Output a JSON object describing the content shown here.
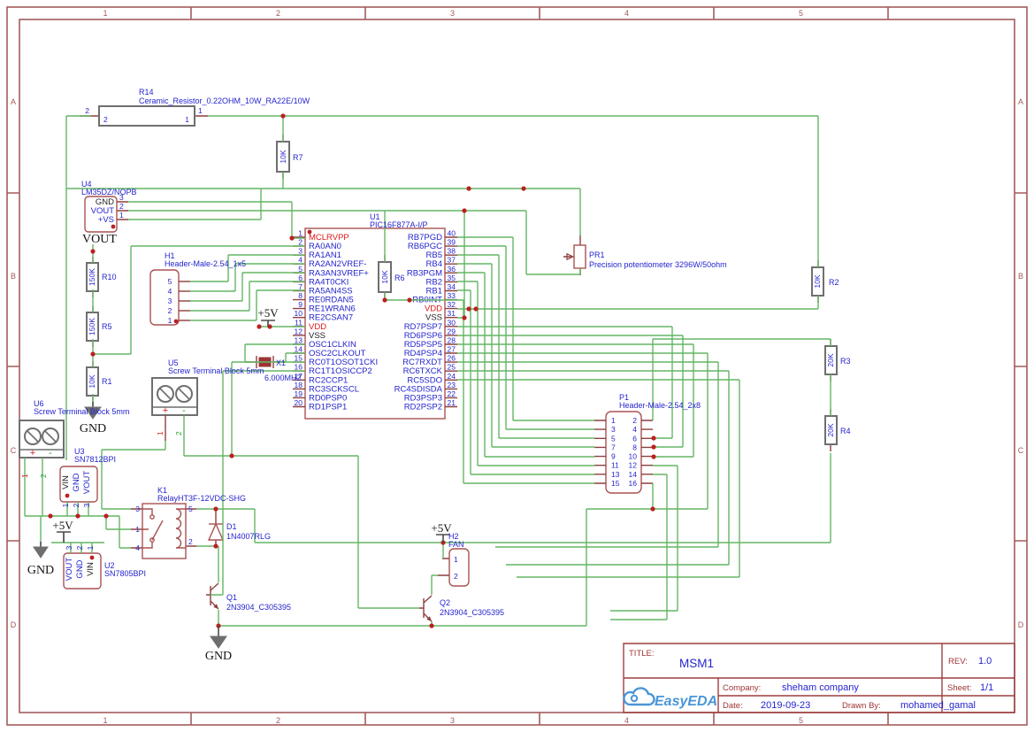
{
  "frame": {
    "columns": [
      "1",
      "2",
      "3",
      "4",
      "5"
    ],
    "rows": [
      "A",
      "B",
      "C",
      "D"
    ]
  },
  "title_block": {
    "title_label": "TITLE:",
    "title": "MSM1",
    "rev_label": "REV:",
    "rev": "1.0",
    "company_label": "Company:",
    "company": "sheham company",
    "sheet_label": "Sheet:",
    "sheet": "1/1",
    "date_label": "Date:",
    "date": "2019-09-23",
    "drawn_by_label": "Drawn By:",
    "drawn_by": "mohamed_gamal",
    "logo": "EasyEDA"
  },
  "nets": {
    "vout": "VOUT",
    "gnd": "GND",
    "p5v": "+5V"
  },
  "u1": {
    "ref": "U1",
    "value": "PIC16F877A-I/P",
    "left_pins": [
      {
        "n": "1",
        "name": "MCLRVPP",
        "c": "red"
      },
      {
        "n": "2",
        "name": "RA0AN0"
      },
      {
        "n": "3",
        "name": "RA1AN1"
      },
      {
        "n": "4",
        "name": "RA2AN2VREF-"
      },
      {
        "n": "5",
        "name": "RA3AN3VREF+"
      },
      {
        "n": "6",
        "name": "RA4T0CKI"
      },
      {
        "n": "7",
        "name": "RA5AN4SS"
      },
      {
        "n": "8",
        "name": "RE0RDAN5"
      },
      {
        "n": "9",
        "name": "RE1WRAN6"
      },
      {
        "n": "10",
        "name": "RE2CSAN7"
      },
      {
        "n": "11",
        "name": "VDD",
        "c": "red"
      },
      {
        "n": "12",
        "name": "VSS",
        "c": "blk"
      },
      {
        "n": "13",
        "name": "OSC1CLKIN"
      },
      {
        "n": "14",
        "name": "OSC2CLKOUT"
      },
      {
        "n": "15",
        "name": "RC0T1OSOT1CKI"
      },
      {
        "n": "16",
        "name": "RC1T1OSICCP2"
      },
      {
        "n": "17",
        "name": "RC2CCP1"
      },
      {
        "n": "18",
        "name": "RC3SCKSCL"
      },
      {
        "n": "19",
        "name": "RD0PSP0"
      },
      {
        "n": "20",
        "name": "RD1PSP1"
      }
    ],
    "right_pins": [
      {
        "n": "40",
        "name": "RB7PGD"
      },
      {
        "n": "39",
        "name": "RB6PGC"
      },
      {
        "n": "38",
        "name": "RB5"
      },
      {
        "n": "37",
        "name": "RB4"
      },
      {
        "n": "36",
        "name": "RB3PGM"
      },
      {
        "n": "35",
        "name": "RB2"
      },
      {
        "n": "34",
        "name": "RB1"
      },
      {
        "n": "33",
        "name": "RB0INT"
      },
      {
        "n": "32",
        "name": "VDD",
        "c": "red"
      },
      {
        "n": "31",
        "name": "VSS",
        "c": "blk"
      },
      {
        "n": "30",
        "name": "RD7PSP7"
      },
      {
        "n": "29",
        "name": "RD6PSP6"
      },
      {
        "n": "28",
        "name": "RD5PSP5"
      },
      {
        "n": "27",
        "name": "RD4PSP4"
      },
      {
        "n": "26",
        "name": "RC7RXDT"
      },
      {
        "n": "25",
        "name": "RC6TXCK"
      },
      {
        "n": "24",
        "name": "RC5SDO"
      },
      {
        "n": "23",
        "name": "RC4SDISDA"
      },
      {
        "n": "22",
        "name": "RD3PSP3"
      },
      {
        "n": "21",
        "name": "RD2PSP2"
      }
    ]
  },
  "r14": {
    "ref": "R14",
    "value": "Ceramic_Resistor_0.22OHM_10W_RA22E/10W",
    "pin_a": "2",
    "pin_b": "1"
  },
  "r7": {
    "ref": "R7",
    "value": "10K"
  },
  "r6": {
    "ref": "R6",
    "value": "10K"
  },
  "r10": {
    "ref": "R10",
    "value": "150K"
  },
  "r5": {
    "ref": "R5",
    "value": "150K"
  },
  "r1": {
    "ref": "R1",
    "value": "10K"
  },
  "r2": {
    "ref": "R2",
    "value": "10K"
  },
  "r3": {
    "ref": "R3",
    "value": "20K"
  },
  "r4": {
    "ref": "R4",
    "value": "20K"
  },
  "u4": {
    "ref": "U4",
    "value": "LM35DZ/NOPB",
    "pins": [
      {
        "n": "3",
        "name": "GND",
        "c": "blk"
      },
      {
        "n": "2",
        "name": "VOUT"
      },
      {
        "n": "1",
        "name": "+VS"
      }
    ]
  },
  "h1": {
    "ref": "H1",
    "value": "Header-Male-2.54_1x5",
    "pins": [
      "5",
      "4",
      "3",
      "2",
      "1"
    ]
  },
  "u5": {
    "ref": "U5",
    "value": "Screw Terminal Block 5mm",
    "plus": "+",
    "minus": "-",
    "pins": [
      "1",
      "2"
    ]
  },
  "u6": {
    "ref": "U6",
    "value": "Screw Terminal Block 5mm",
    "plus": "+",
    "minus": "-",
    "pins": [
      "1",
      "2"
    ]
  },
  "u3": {
    "ref": "U3",
    "value": "SN7812BPI",
    "pins": [
      {
        "n": "1",
        "name": "VIN",
        "c": "blk"
      },
      {
        "n": "2",
        "name": "GND"
      },
      {
        "n": "3",
        "name": "VOUT"
      }
    ]
  },
  "u2": {
    "ref": "U2",
    "value": "SN7805BPI",
    "pins": [
      {
        "n": "3",
        "name": "VOUT"
      },
      {
        "n": "2",
        "name": "GND"
      },
      {
        "n": "1",
        "name": "VIN",
        "c": "blk"
      }
    ]
  },
  "k1": {
    "ref": "K1",
    "value": "RelayHT3F-12VDC-SHG",
    "left_pins": [
      "3",
      "1",
      "4"
    ],
    "right_pins": [
      "5",
      "2"
    ]
  },
  "d1": {
    "ref": "D1",
    "value": "1N4007RLG"
  },
  "q1": {
    "ref": "Q1",
    "value": "2N3904_C305395"
  },
  "q2": {
    "ref": "Q2",
    "value": "2N3904_C305395"
  },
  "x1": {
    "ref": "X1",
    "value": "6.000MHZ"
  },
  "pr1": {
    "ref": "PR1",
    "value": "Precision potentiometer 3296W/50ohm"
  },
  "p1": {
    "ref": "P1",
    "value": "Header-Male-2.54_2x8",
    "left": [
      "1",
      "3",
      "5",
      "7",
      "9",
      "11",
      "13",
      "15"
    ],
    "right": [
      "2",
      "4",
      "6",
      "8",
      "10",
      "12",
      "14",
      "16"
    ]
  },
  "h2": {
    "ref": "H2",
    "value": "FAN",
    "pins": [
      "1",
      "2"
    ]
  },
  "colors": {
    "wire_green": "#63b665",
    "part_red": "#a85252",
    "lead_dark_red": "#8d3f3f",
    "pin_blue": "#2424cf",
    "power_text_red": "#e31717",
    "frame_red": "#a35b5b",
    "junction_red": "#bc2020",
    "logo_blue": "#4a96d8",
    "body_gray": "#6f6f6f"
  }
}
